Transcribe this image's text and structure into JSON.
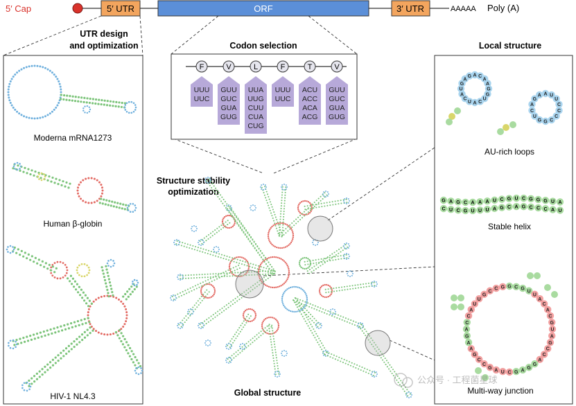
{
  "mrna": {
    "cap_label": "5′ Cap",
    "utr5_label": "5′ UTR",
    "orf_label": "ORF",
    "utr3_label": "3′ UTR",
    "polya_seq": "AAAAA",
    "polya_label": "Poly (A)",
    "colors": {
      "cap": "#d9322b",
      "utr": "#f3a55e",
      "orf": "#5b8fd8"
    }
  },
  "left_panel": {
    "title_line1": "UTR design",
    "title_line2": "and optimization",
    "items": [
      {
        "label": "Moderna mRNA1273"
      },
      {
        "label": "Human β-globin"
      },
      {
        "label": "HIV-1 NL4.3"
      }
    ]
  },
  "codon": {
    "title": "Codon selection",
    "amino_acids": [
      "F",
      "V",
      "L",
      "F",
      "T",
      "V"
    ],
    "codons": [
      [
        "UUU",
        "UUC"
      ],
      [
        "GUU",
        "GUC",
        "GUA",
        "GUG"
      ],
      [
        "UUA",
        "UUG",
        "CUU",
        "CUA",
        "CUG"
      ],
      [
        "UUU",
        "UUC"
      ],
      [
        "ACU",
        "ACC",
        "ACA",
        "ACG"
      ],
      [
        "GUU",
        "GUC",
        "GUA",
        "GUG"
      ]
    ]
  },
  "center": {
    "title_line1": "Structure stability",
    "title_line2": "optimization",
    "bottom_label": "Global structure"
  },
  "right_panel": {
    "title": "Local structure",
    "items": [
      {
        "label": "AU-rich loops"
      },
      {
        "label": "Stable helix"
      },
      {
        "label": "Multi-way junction"
      }
    ],
    "helix_top": "GAGCAAAUCGUCGGGUA",
    "helix_bottom": "CUCGUUUAGCAGCCCAU",
    "au_loop_a": "ACAAGGUCAUCAUGAG",
    "au_loop_b": "AUUCCCCGGUCAGA",
    "junction_seq": "GCGUUACACGUAGCCAGGAGCUAGCCGAAGACCAUUGCCG"
  },
  "watermark": "公众号 · 工程菌星球",
  "palette": {
    "green": "#7cc47a",
    "blue": "#6fb0dd",
    "red": "#e36a63",
    "yellow": "#d9d66a",
    "light_blue": "#a9d4ee",
    "light_green": "#a9dba0",
    "pink": "#f2a0a0",
    "codon_box": "#b7a9d9"
  }
}
